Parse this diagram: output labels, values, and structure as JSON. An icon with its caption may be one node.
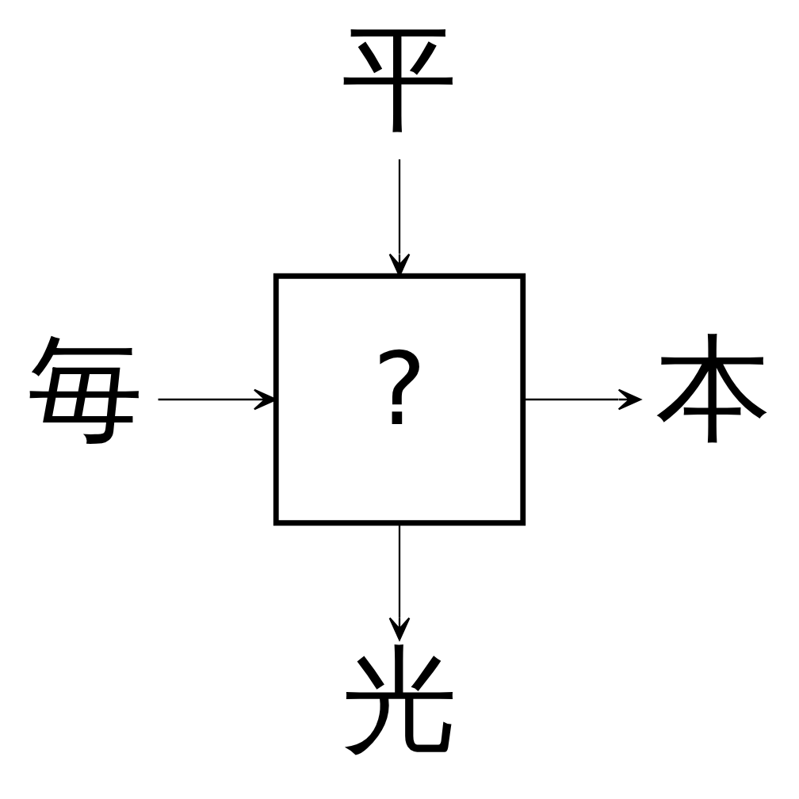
{
  "diagram": {
    "nodes": [
      {
        "text": [
          "平"
        ]
      },
      {
        "text": [
          "毎"
        ]
      },
      {
        "text": [
          "?"
        ]
      },
      {
        "text": [
          "本"
        ]
      },
      {
        "text": [
          "光"
        ]
      }
    ],
    "edges": [
      {
        "from": 0,
        "to": 2,
        "arrow": "to"
      },
      {
        "from": 1,
        "to": 2,
        "arrow": "to"
      },
      {
        "from": 2,
        "to": 3,
        "arrow": "to"
      },
      {
        "from": 2,
        "to": 4,
        "arrow": "to"
      }
    ]
  }
}
